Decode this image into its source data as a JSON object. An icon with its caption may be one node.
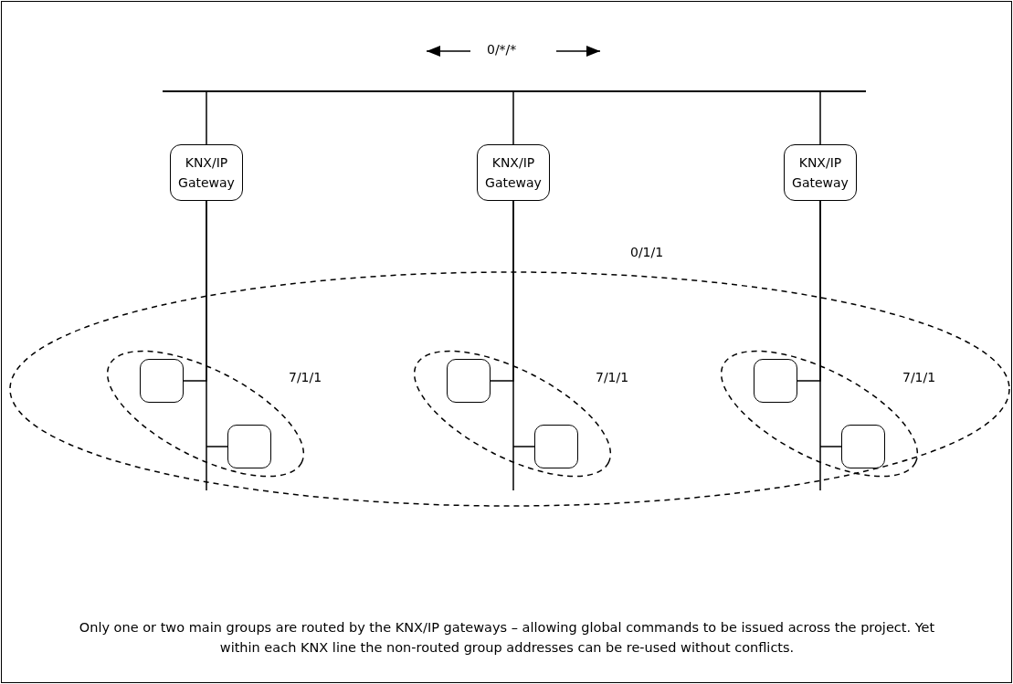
{
  "diagram": {
    "caption": "Only one or two main groups are routed by the KNX/IP gateways – allowing global commands to be issued across the project. Yet within each KNX line the non-routed group addresses can be re-used without conflicts.",
    "nodes": [
      {
        "text": [],
        "shape": "bar"
      },
      {
        "text": [
          "KNX/IP Gateway"
        ]
      },
      {
        "text": [
          "KNX/IP Gateway"
        ]
      },
      {
        "text": [
          "KNX/IP Gateway"
        ]
      },
      {
        "text": [
          "0/1/1"
        ]
      },
      {
        "text": [
          "7/1/1"
        ],
        "in": 4
      },
      {
        "text": [],
        "shape": "box",
        "in": 5
      },
      {
        "text": [],
        "shape": "box",
        "in": 5
      },
      {
        "text": [
          "7/1/1"
        ],
        "in": 4
      },
      {
        "text": [],
        "shape": "box",
        "in": 8
      },
      {
        "text": [],
        "shape": "box",
        "in": 8
      },
      {
        "text": [
          "7/1/1"
        ],
        "in": 4
      },
      {
        "text": [],
        "shape": "box",
        "in": 11
      },
      {
        "text": [],
        "shape": "box",
        "in": 11
      }
    ],
    "edges": [
      {
        "from": 0,
        "to": 1,
        "arrow": "none"
      },
      {
        "from": 0,
        "to": 2,
        "arrow": "none"
      },
      {
        "from": 0,
        "to": 3,
        "arrow": "none"
      },
      {
        "from": 1,
        "to": 6,
        "arrow": "none"
      },
      {
        "from": 1,
        "to": 7,
        "arrow": "none"
      },
      {
        "from": 2,
        "to": 9,
        "arrow": "none"
      },
      {
        "from": 2,
        "to": 10,
        "arrow": "none"
      },
      {
        "from": 3,
        "to": 12,
        "arrow": "none"
      },
      {
        "from": 3,
        "to": 13,
        "arrow": "none"
      }
    ],
    "labels": [
      "0/*/*"
    ]
  }
}
